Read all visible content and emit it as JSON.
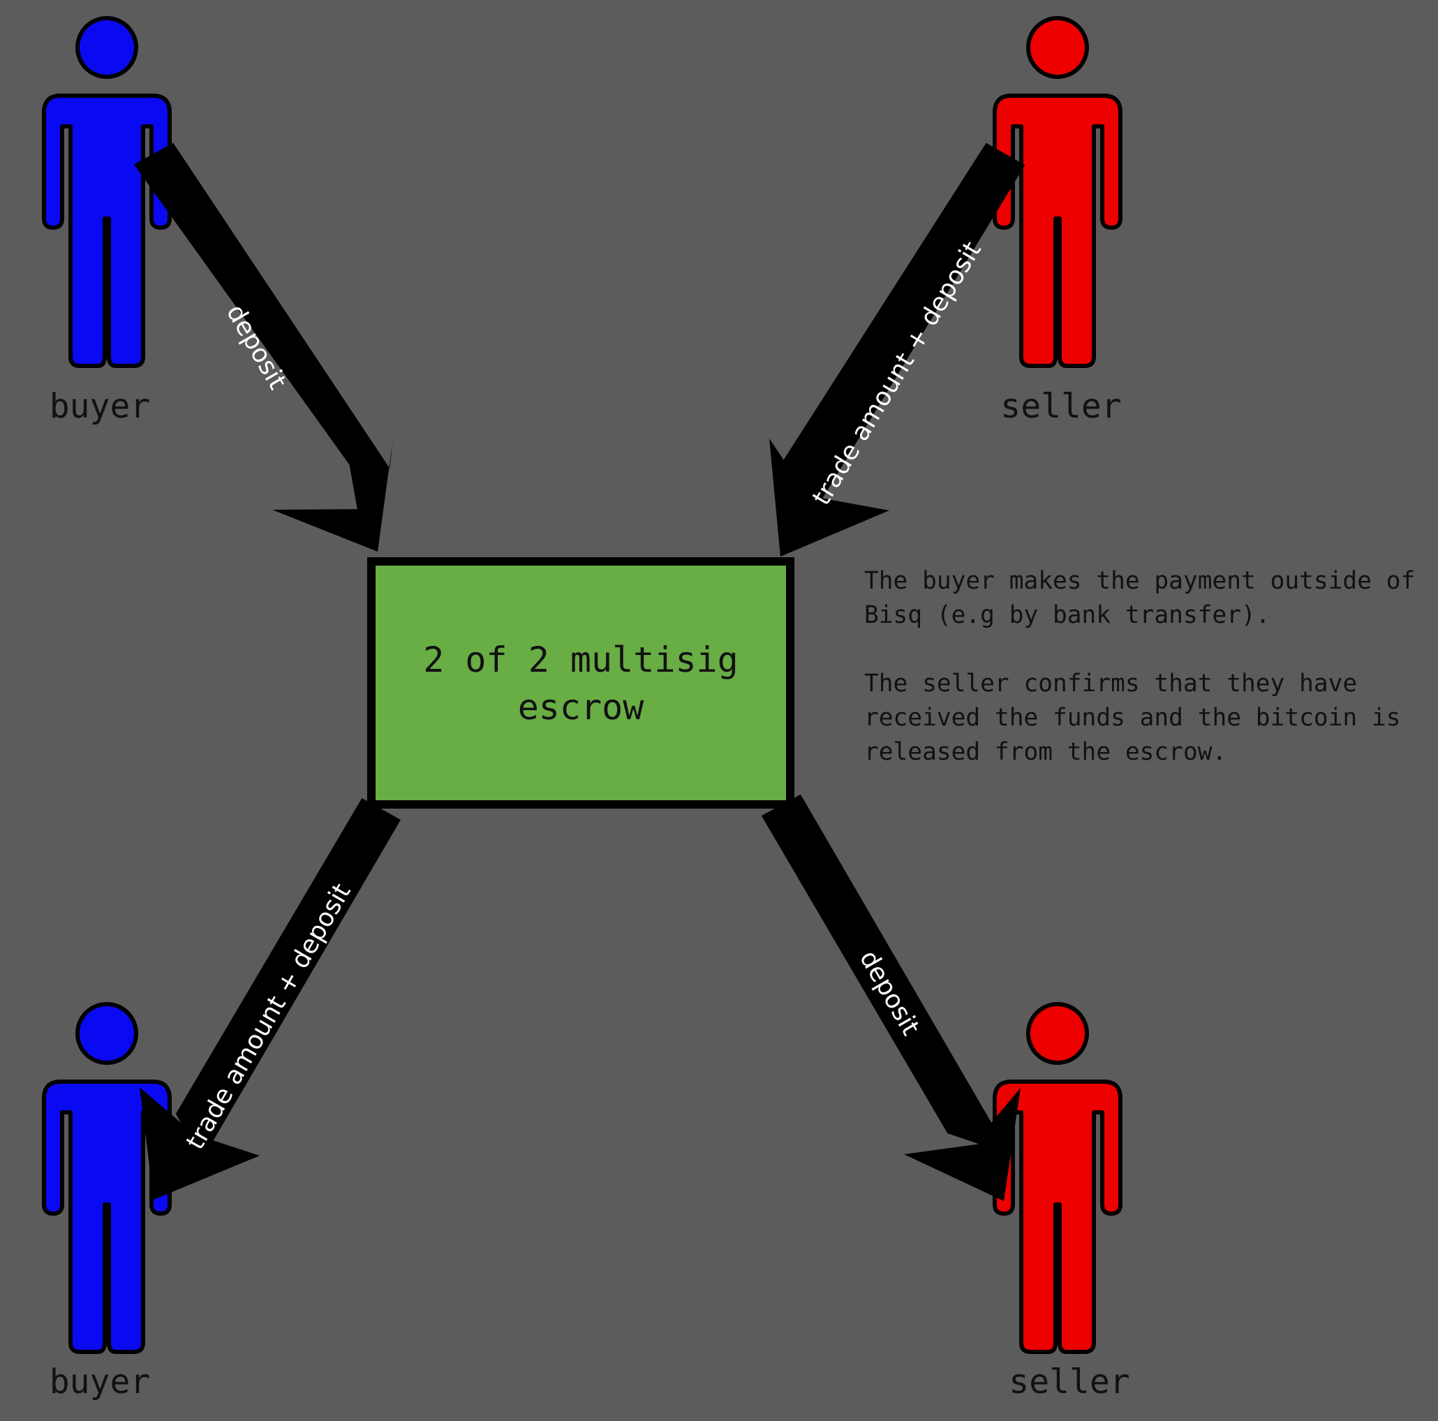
{
  "colors": {
    "background": "#5c5c5c",
    "buyer": "#0a0af2",
    "seller": "#ee0000",
    "escrow_fill": "#69ad45",
    "arrow": "#000000",
    "arrow_text": "#ffffff"
  },
  "parties": {
    "buyer_top_label": "buyer",
    "seller_top_label": "seller",
    "buyer_bottom_label": "buyer",
    "seller_bottom_label": "seller"
  },
  "escrow": {
    "line1": "2 of 2 multisig",
    "line2": "escrow"
  },
  "arrows": {
    "buyer_to_escrow": "deposit",
    "seller_to_escrow": "trade amount + deposit",
    "escrow_to_buyer": "trade amount + deposit",
    "escrow_to_seller": "deposit"
  },
  "note": {
    "paragraph1_line1": "The buyer makes the payment outside of",
    "paragraph1_line2": "Bisq (e.g by bank transfer).",
    "paragraph2_line1": "The seller confirms that they have",
    "paragraph2_line2": "received the funds and the bitcoin is",
    "paragraph2_line3": "released from the escrow."
  }
}
